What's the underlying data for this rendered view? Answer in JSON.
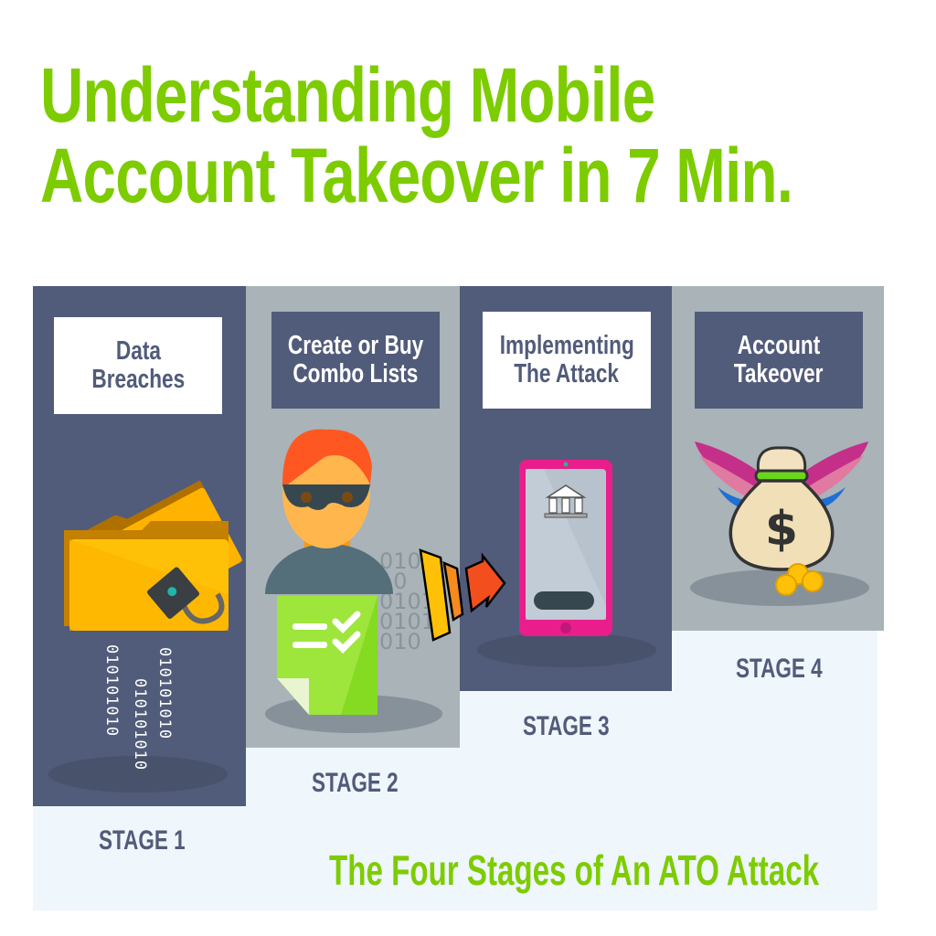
{
  "title": {
    "line1": "Understanding Mobile",
    "line2": "Account Takeover in 7 Min."
  },
  "stages": [
    {
      "label_line1": "Data",
      "label_line2": "Breaches",
      "stage_label": "STAGE 1",
      "icon": "locked-folder-icon",
      "binary": [
        "010101010",
        "010101010",
        "010101010"
      ]
    },
    {
      "label_line1": "Create or Buy",
      "label_line2": "Combo Lists",
      "stage_label": "STAGE 2",
      "icon": "hacker-with-checklist-icon",
      "binary": "0101\n10\n0101\n01010\n010"
    },
    {
      "label_line1": "Implementing",
      "label_line2": "The Attack",
      "stage_label": "STAGE 3",
      "icon": "smartphone-bank-icon"
    },
    {
      "label_line1": "Account",
      "label_line2": "Takeover",
      "stage_label": "STAGE 4",
      "icon": "winged-money-bag-icon"
    }
  ],
  "footer": {
    "caption": "The Four Stages of An ATO Attack"
  },
  "colors": {
    "accent_green": "#7dcc00",
    "navy": "#515b7a",
    "gray": "#a9b3b8",
    "light_bg": "#eff6fc"
  }
}
